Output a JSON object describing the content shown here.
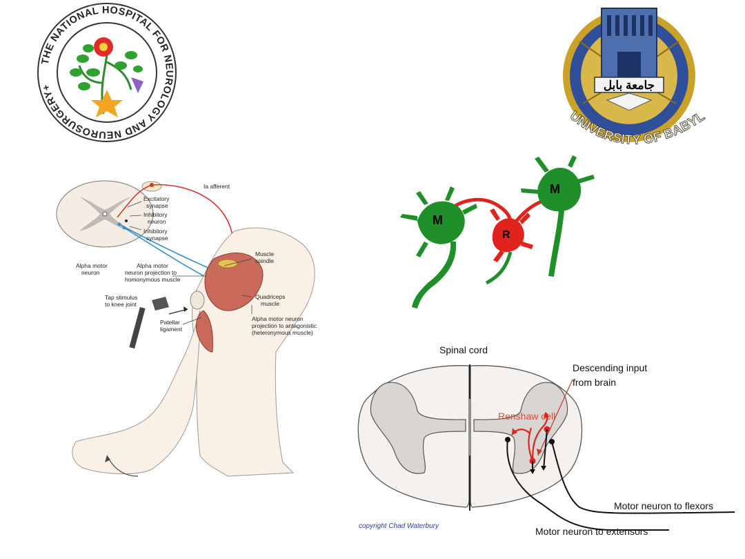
{
  "logos": {
    "hospital": {
      "ring_text": "THE NATIONAL HOSPITAL FOR NEUROLOGY AND NEUROSURGERY+"
    },
    "university": {
      "arabic_name": "جامعة بابل",
      "ring_text": "UNIVERSITY OF BABYLON"
    }
  },
  "knee_reflex_diagram": {
    "labels": {
      "ia_afferent": "Ia afferent",
      "excitatory_synapse_1": "Excitatory",
      "excitatory_synapse_2": "synapse",
      "inhibitory_neuron_1": "Inhibitory",
      "inhibitory_neuron_2": "neuron",
      "inhibitory_synapse_1": "Inhibitory",
      "inhibitory_synapse_2": "synapse",
      "alpha_motor_neuron_1": "Alpha motor",
      "alpha_motor_neuron_2": "neuron",
      "alpha_projection_1": "Alpha motor",
      "alpha_projection_2": "neuron projection to",
      "alpha_projection_3": "homonymous muscle",
      "muscle_spindle_1": "Muscle",
      "muscle_spindle_2": "spindle",
      "tap_stimulus_1": "Tap stimulus",
      "tap_stimulus_2": "to knee joint",
      "quadriceps_1": "Quadriceps",
      "quadriceps_2": "muscle",
      "patellar_1": "Patellar",
      "patellar_2": "ligament",
      "antagonistic_1": "Alpha motor neuron",
      "antagonistic_2": "projection to antagonistic",
      "antagonistic_3": "(heteronymous muscle)"
    }
  },
  "renshaw_neurons": {
    "motor_label": "M",
    "renshaw_label": "R"
  },
  "spinal_cord_diagram": {
    "title": "Spinal cord",
    "descending_1": "Descending input",
    "descending_2": "from brain",
    "renshaw_cell": "Renshaw cell",
    "motor_flexors": "Motor neuron to flexors",
    "motor_extensors": "Motor neuron to extensors",
    "copyright": "copyright Chad Waterbury"
  },
  "colors": {
    "neuron_green": "#1f8f2a",
    "renshaw_red": "#e0231c",
    "afferent_red": "#d8352a",
    "motor_blue": "#3a8fd0",
    "grey_matter": "#d9d5d3",
    "white_matter": "#f4f1ef",
    "renshaw_text": "#e04a3a",
    "copyright_blue": "#2a3f8f",
    "logo_gold": "#c9a227",
    "logo_blue": "#2f4f9a"
  }
}
